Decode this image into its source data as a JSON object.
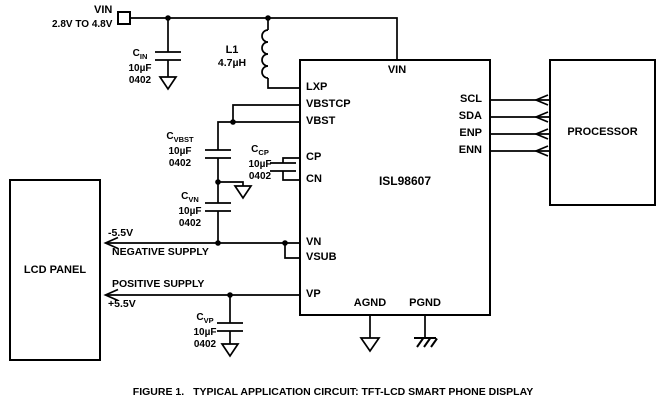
{
  "figure": {
    "label": "FIGURE 1.",
    "title": "TYPICAL APPLICATION CIRCUIT: TFT-LCD SMART PHONE DISPLAY"
  },
  "input": {
    "name": "VIN",
    "range": "2.8V TO 4.8V"
  },
  "inductor": {
    "ref": "L1",
    "value": "4.7µH"
  },
  "capacitors": {
    "cin": {
      "prefix": "C",
      "sub": "IN",
      "value": "10µF",
      "package": "0402"
    },
    "cvbst": {
      "prefix": "C",
      "sub": "VBST",
      "value": "10µF",
      "package": "0402"
    },
    "ccp": {
      "prefix": "C",
      "sub": "CP",
      "value": "10µF",
      "package": "0402"
    },
    "cvn": {
      "prefix": "C",
      "sub": "VN",
      "value": "10µF",
      "package": "0402"
    },
    "cvp": {
      "prefix": "C",
      "sub": "VP",
      "value": "10µF",
      "package": "0402"
    }
  },
  "ic": {
    "part": "ISL98607",
    "top_pin": "VIN",
    "left_pins": [
      "LXP",
      "VBSTCP",
      "VBST",
      "CP",
      "CN",
      "VN",
      "VSUB",
      "VP"
    ],
    "right_pins": [
      "SCL",
      "SDA",
      "ENP",
      "ENN"
    ],
    "bottom_pins": [
      "AGND",
      "PGND"
    ]
  },
  "blocks": {
    "lcd_panel": "LCD PANEL",
    "processor": "PROCESSOR"
  },
  "supplies": {
    "negative": {
      "voltage": "-5.5V",
      "label": "NEGATIVE SUPPLY"
    },
    "positive": {
      "voltage": "+5.5V",
      "label": "POSITIVE SUPPLY"
    }
  },
  "colors": {
    "wire": "#000000",
    "background": "#ffffff"
  }
}
